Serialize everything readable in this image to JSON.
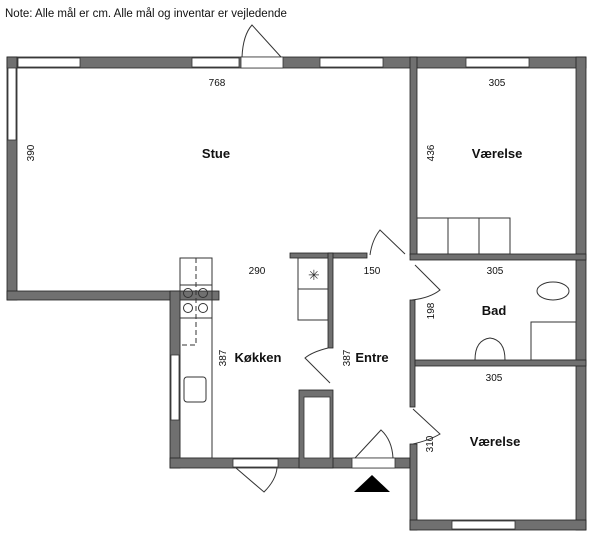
{
  "note": "Note: Alle mål er cm. Alle mål og inventar er vejledende",
  "rooms": {
    "stue": {
      "label": "Stue",
      "width": "768",
      "depth": "390"
    },
    "vaerelse1": {
      "label": "Værelse",
      "width": "305",
      "depth": "436"
    },
    "kokken": {
      "label": "Køkken",
      "width": "290",
      "depth": "387"
    },
    "entre": {
      "label": "Entre",
      "width": "150",
      "depth": "387"
    },
    "bad": {
      "label": "Bad",
      "width": "305",
      "depth": "198"
    },
    "vaerelse2": {
      "label": "Værelse",
      "width": "305",
      "depth": "310"
    }
  },
  "colors": {
    "wall": "#707070",
    "line": "#333333"
  }
}
